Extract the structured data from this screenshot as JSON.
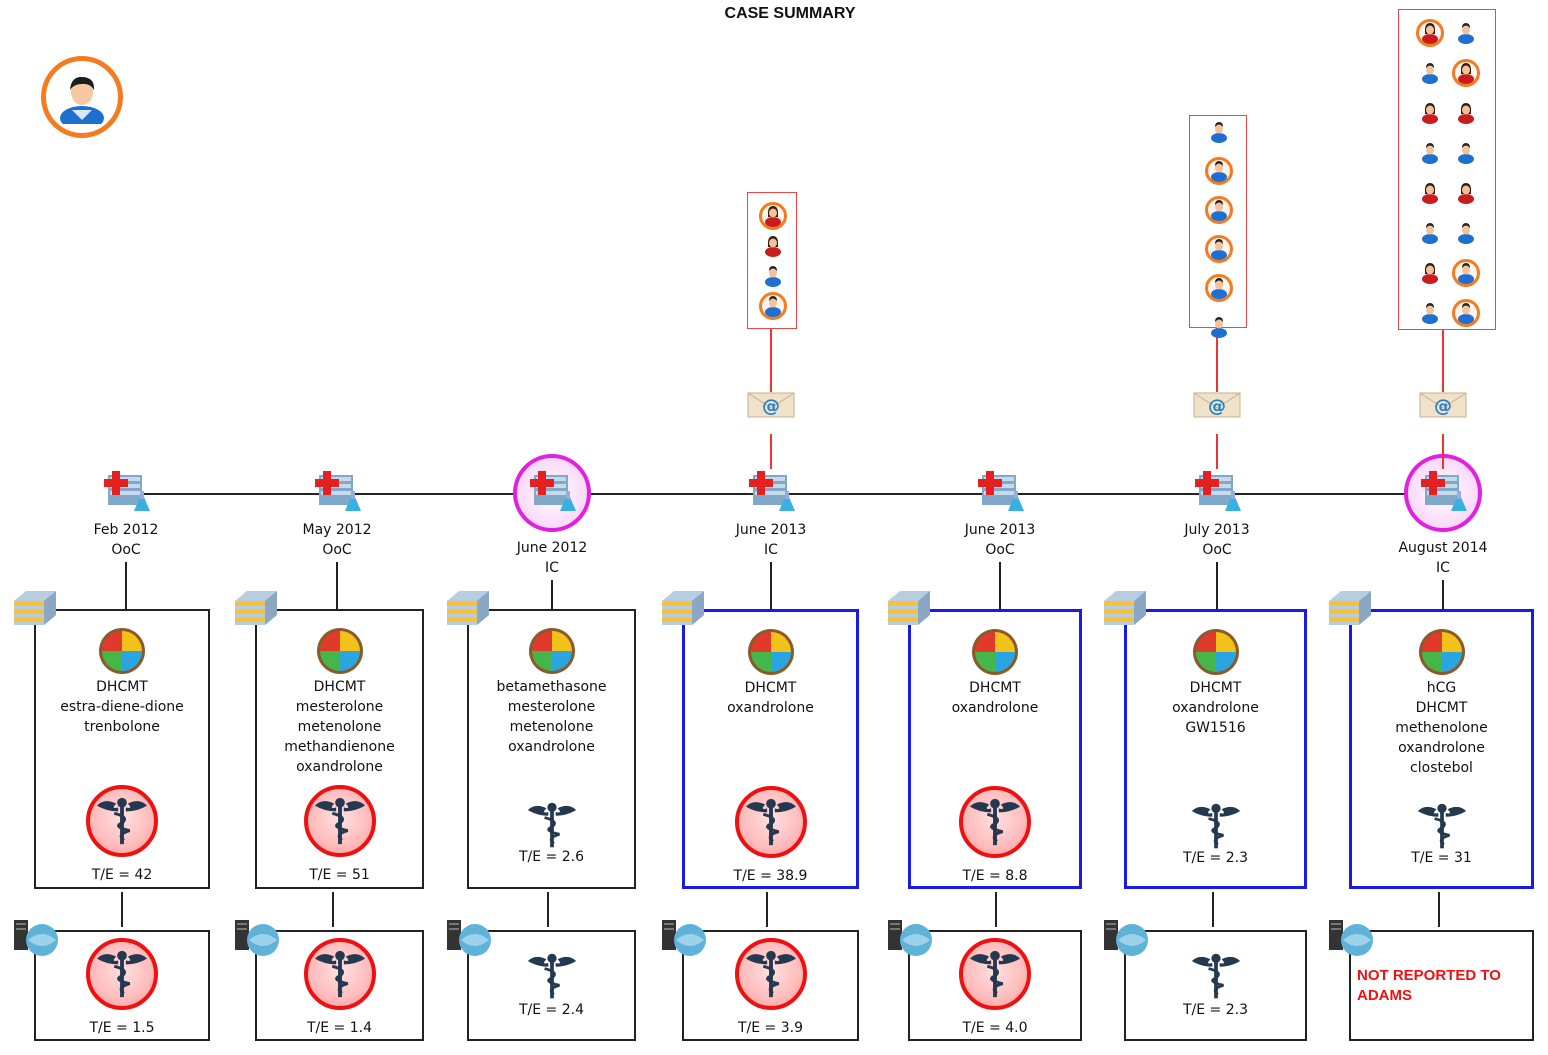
{
  "title": "CASE SUMMARY",
  "athlete_icon": "athlete-avatar-icon",
  "colors": {
    "highlight_blue": "#1a1ae6",
    "alert_red": "#ee1111",
    "pink_ring": "#e021e0",
    "orange_ring": "#f47b20"
  },
  "tests": [
    {
      "date": "Feb 2012",
      "type": "OoC",
      "highlighted": false,
      "pink": false,
      "substances": [
        "DHCMT",
        "estra-diene-dione",
        "trenbolone"
      ],
      "lab_te": "T/E = 42",
      "lab_te_flag": true,
      "adams_te": "T/E = 1.5",
      "adams_te_flag": true,
      "adams_note": ""
    },
    {
      "date": "May 2012",
      "type": "OoC",
      "highlighted": false,
      "pink": false,
      "substances": [
        "DHCMT",
        "mesterolone",
        "metenolone",
        "methandienone",
        "oxandrolone"
      ],
      "lab_te": "T/E = 51",
      "lab_te_flag": true,
      "adams_te": "T/E = 1.4",
      "adams_te_flag": true,
      "adams_note": ""
    },
    {
      "date": "June 2012",
      "type": "IC",
      "highlighted": false,
      "pink": true,
      "substances": [
        "betamethasone",
        "mesterolone",
        "metenolone",
        "oxandrolone"
      ],
      "lab_te": "T/E = 2.6",
      "lab_te_flag": false,
      "adams_te": "T/E = 2.4",
      "adams_te_flag": false,
      "adams_note": ""
    },
    {
      "date": "June 2013",
      "type": "IC",
      "highlighted": true,
      "pink": false,
      "substances": [
        "DHCMT",
        "oxandrolone"
      ],
      "lab_te": "T/E = 38.9",
      "lab_te_flag": true,
      "adams_te": "T/E = 3.9",
      "adams_te_flag": true,
      "adams_note": ""
    },
    {
      "date": "June 2013",
      "type": "OoC",
      "highlighted": true,
      "pink": false,
      "substances": [
        "DHCMT",
        "oxandrolone"
      ],
      "lab_te": "T/E = 8.8",
      "lab_te_flag": true,
      "adams_te": "T/E = 4.0",
      "adams_te_flag": true,
      "adams_note": ""
    },
    {
      "date": "July 2013",
      "type": "OoC",
      "highlighted": true,
      "pink": false,
      "substances": [
        "DHCMT",
        "oxandrolone",
        "GW1516"
      ],
      "lab_te": "T/E = 2.3",
      "lab_te_flag": false,
      "adams_te": "T/E = 2.3",
      "adams_te_flag": false,
      "adams_note": ""
    },
    {
      "date": "August 2014",
      "type": "IC",
      "highlighted": true,
      "pink": true,
      "substances": [
        "hCG",
        "DHCMT",
        "methenolone",
        "oxandrolone",
        "clostebol"
      ],
      "lab_te": "T/E = 31",
      "lab_te_flag": false,
      "adams_te": "",
      "adams_te_flag": false,
      "adams_note": "NOT REPORTED TO ADAMS"
    }
  ],
  "contact_groups": [
    {
      "test_index": 3,
      "people": [
        {
          "gender": "female",
          "ringed": true
        },
        {
          "gender": "female",
          "ringed": false
        },
        {
          "gender": "male",
          "ringed": false
        },
        {
          "gender": "male",
          "ringed": true
        }
      ]
    },
    {
      "test_index": 5,
      "people": [
        {
          "gender": "male",
          "ringed": false
        },
        {
          "gender": "male",
          "ringed": true
        },
        {
          "gender": "male",
          "ringed": true
        },
        {
          "gender": "male",
          "ringed": true
        },
        {
          "gender": "male",
          "ringed": true
        },
        {
          "gender": "male",
          "ringed": false
        }
      ]
    },
    {
      "test_index": 6,
      "people": [
        {
          "gender": "female",
          "ringed": true
        },
        {
          "gender": "male",
          "ringed": false
        },
        {
          "gender": "male",
          "ringed": false
        },
        {
          "gender": "female",
          "ringed": true
        },
        {
          "gender": "female",
          "ringed": false
        },
        {
          "gender": "female",
          "ringed": false
        },
        {
          "gender": "male",
          "ringed": false
        },
        {
          "gender": "male",
          "ringed": false
        },
        {
          "gender": "female",
          "ringed": false
        },
        {
          "gender": "female",
          "ringed": false
        },
        {
          "gender": "male",
          "ringed": false
        },
        {
          "gender": "male",
          "ringed": false
        },
        {
          "gender": "female",
          "ringed": false
        },
        {
          "gender": "male",
          "ringed": true
        },
        {
          "gender": "male",
          "ringed": false
        },
        {
          "gender": "male",
          "ringed": true
        }
      ]
    }
  ]
}
